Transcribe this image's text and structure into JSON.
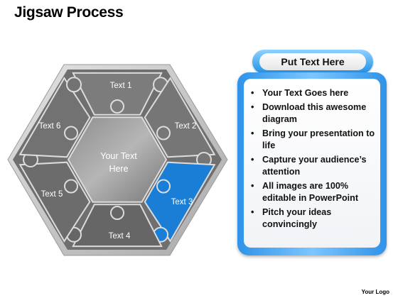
{
  "title": "Jigsaw Process",
  "center_label_lines": [
    "Your Text",
    "Here"
  ],
  "pieces": [
    {
      "label": "Text 1",
      "color": "#7c7c7c",
      "highlight": false
    },
    {
      "label": "Text 2",
      "color": "#767676",
      "highlight": false
    },
    {
      "label": "Text 3",
      "color": "#1a7ed6",
      "highlight": true
    },
    {
      "label": "Text 4",
      "color": "#666666",
      "highlight": false
    },
    {
      "label": "Text 5",
      "color": "#6c6c6c",
      "highlight": false
    },
    {
      "label": "Text 6",
      "color": "#727272",
      "highlight": false
    }
  ],
  "panel": {
    "header": "Put Text Here",
    "bullets": [
      "Your Text Goes here",
      "Download this awesome diagram",
      "Bring your presentation to life",
      "Capture your audience’s attention",
      "All images are 100% editable in PowerPoint",
      "Pitch your ideas convincingly"
    ]
  },
  "logo": "Your Logo",
  "colors": {
    "accent": "#1a7ed6",
    "pill": "#1d8fe6",
    "gray": "#777777"
  }
}
